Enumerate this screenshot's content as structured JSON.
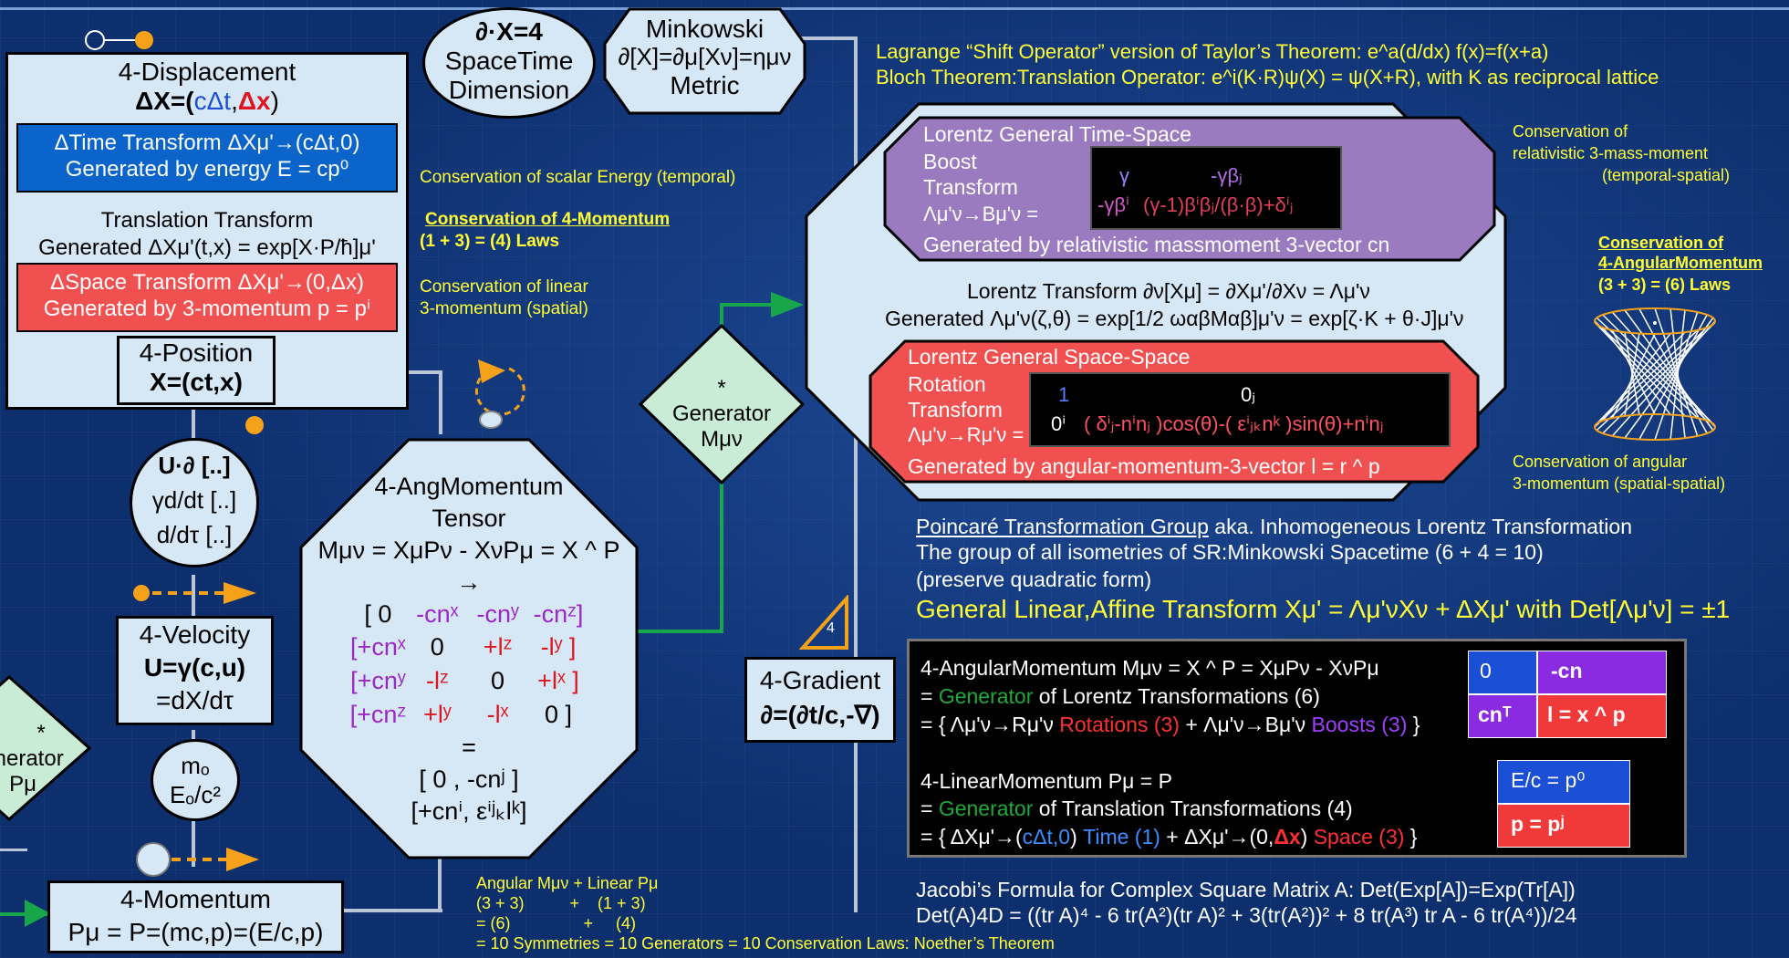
{
  "displacement": {
    "title": "4-Displacement",
    "formula_prefix": "ΔX=(",
    "formula_a": "cΔt",
    "formula_sep": ",",
    "formula_b": "Δx",
    "formula_suffix": ")",
    "time_line1": "ΔTime Transform ΔXμ'→(cΔt,0)",
    "time_line2": "Generated by energy E = cp⁰",
    "trans_line1": "Translation Transform",
    "trans_line2": "Generated ΔXμ'(t,x) = exp[X·P/ħ]μ'",
    "space_line1": "ΔSpace Transform ΔXμ'→(0,Δx)",
    "space_line2": "Generated by 3-momentum p = pⁱ"
  },
  "position": {
    "title": "4-Position",
    "formula": "X=(ct,x)"
  },
  "spacetime": {
    "line1": "∂·X=4",
    "line2": "SpaceTime",
    "line3": "Dimension"
  },
  "minkowski": {
    "line1": "Minkowski",
    "line2": "∂[X]=∂μ[Xν]=ημν",
    "line3": "Metric"
  },
  "derivatives": {
    "line1": "U·∂ [..]",
    "line2": "γd/dt [..]",
    "line3": "d/dτ [..]"
  },
  "velocity": {
    "title": "4-Velocity",
    "line1": "U=γ(c,u)",
    "line2": "=dX/dτ"
  },
  "mass": {
    "line1": "mₒ",
    "line2": "Eₒ/c²"
  },
  "momentum": {
    "title": "4-Momentum",
    "formula": "Pμ = P=(mc,p)=(E/c,p)"
  },
  "left_generator": {
    "star": "*",
    "line1": "enerator",
    "line2": "Pμ"
  },
  "angmom": {
    "line1": "4-AngMomentum",
    "line2": "Tensor",
    "line3": "Mμν = XμPν - XνPμ = X ^ P",
    "arrow": "→",
    "rows": [
      [
        "[ 0",
        "-cnˣ",
        "-cnʸ",
        "-cnᶻ]"
      ],
      [
        "[+cnˣ",
        "0",
        "+lᶻ",
        "-lʸ ]"
      ],
      [
        "[+cnʸ",
        "-lᶻ",
        "0",
        "+lˣ ]"
      ],
      [
        "[+cnᶻ",
        "+lʸ",
        "-lˣ",
        "0 ]"
      ]
    ],
    "equals": "=",
    "block1": "[ 0 , -cnʲ ]",
    "block2": "[+cnⁱ, εⁱʲₖlᵏ]"
  },
  "generator": {
    "star": "*",
    "line1": "Generator",
    "line2": "Mμν"
  },
  "gradient": {
    "title": "4-Gradient",
    "formula": "∂=(∂t/c,-∇)",
    "badge": "4"
  },
  "conservation": {
    "energy": "Conservation of scalar Energy (temporal)",
    "momentum_title": "Conservation of 4-Momentum",
    "momentum_laws": "(1 + 3) = (4) Laws",
    "linear1": "Conservation of linear",
    "linear2": "3-momentum (spatial)",
    "mass_moment1": "Conservation of",
    "mass_moment2": "relativistic 3-mass-moment",
    "mass_moment3": "(temporal-spatial)",
    "ang_title1": "Conservation of",
    "ang_title2": "4-AngularMomentum",
    "ang_laws": "(3 + 3) = (6) Laws",
    "angular1": "Conservation of angular",
    "angular2": "3-momentum (spatial-spatial)"
  },
  "taylor": {
    "line1": "Lagrange “Shift Operator” version of Taylor’s Theorem: e^a(d/dx) f(x)=f(x+a)",
    "line2": "Bloch Theorem:Translation Operator: e^i(K·R)ψ(X) = ψ(X+R), with K as reciprocal lattice"
  },
  "boost": {
    "title": "Lorentz General Time-Space",
    "l1": "Boost",
    "l2": "Transform",
    "l3": "Λμ'ν→Bμ'ν =",
    "m11": "γ",
    "m12": "-γβⱼ",
    "m21": "-γβⁱ",
    "m22": "(γ-1)βⁱβⱼ/(β·β)+δⁱⱼ",
    "footer": "Generated by relativistic massmoment 3-vector cn"
  },
  "lorentz": {
    "line1": "Lorentz Transform ∂ν[Xμ] = ∂Xμ'/∂Xν = Λμ'ν",
    "line2": "Generated Λμ'ν(ζ,θ) = exp[1/2 ωαβMαβ]μ'ν = exp[ζ·K + θ·J]μ'ν"
  },
  "rotation": {
    "title": "Lorentz General Space-Space",
    "l1": "Rotation",
    "l2": "Transform",
    "l3": "Λμ'ν→Rμ'ν =",
    "m11": "1",
    "m12": "0ⱼ",
    "m21": "0ⁱ",
    "m22": "( δⁱⱼ-nⁱnⱼ )cos(θ)-( εⁱⱼₖnᵏ )sin(θ)+nⁱnⱼ",
    "footer": "Generated by angular-momentum-3-vector l = r ^ p"
  },
  "poincare": {
    "line1_u": "Poincaré Transformation Group",
    "line1_rest": " aka. Inhomogeneous Lorentz Transformation",
    "line2": "The group of all isometries of SR:Minkowski Spacetime (6 + 4 = 10)",
    "line3": "(preserve quadratic form)",
    "line4": "General Linear,Affine Transform Xμ' = Λμ'νXν + ΔXμ' with Det[Λμ'ν] = ±1"
  },
  "gen_box": {
    "a1": "4-AngularMomentum Mμν = X ^ P = XμPν - XνPμ",
    "a2_pre": "= ",
    "a2_green": "Generator",
    "a2_post": " of Lorentz Transformations (6)",
    "a3_pre": "= { Λμ'ν→Rμ'ν ",
    "a3_red": "Rotations (3)",
    "a3_mid": " + Λμ'ν→Bμ'ν ",
    "a3_purple": "Boosts (3)",
    "a3_post": " }",
    "b1": "4-LinearMomentum Pμ = P",
    "b2_pre": "= ",
    "b2_green": "Generator",
    "b2_post": " of Translation Transformations (4)",
    "b3_pre": "= { ΔXμ'→(",
    "b3_blue": "cΔt,0",
    "b3_mid1": ") ",
    "b3_blue2": "Time (1)",
    "b3_mid2": " + ΔXμ'→(0,",
    "b3_red": "Δx",
    "b3_mid3": ") ",
    "b3_red2": "Space (3)",
    "b3_post": " }",
    "m_tl": "0",
    "m_tr": "-cn",
    "m_bl": "cnᵀ",
    "m_br": "l = x ^ p",
    "p_top": "E/c = p⁰",
    "p_bot": "p = pʲ"
  },
  "symmetries": {
    "l1": "Angular Mμν + Linear Pμ",
    "l2": "(3 + 3)          +    (1 + 3)",
    "l3": "= (6)                +     (4)",
    "l4": "= 10 Symmetries = 10 Generators = 10 Conservation Laws: Noether’s Theorem"
  },
  "jacobi": {
    "l1": "Jacobi’s Formula for Complex Square Matrix A: Det(Exp[A])=Exp(Tr[A])",
    "l2": "Det(A)4D = ((tr A)⁴ - 6 tr(A²)(tr A)² + 3(tr(A²))² + 8 tr(A³) tr A - 6 tr(A⁴))/24"
  },
  "colors": {
    "accent_yellow": "#ffff33",
    "box_fill": "#d6e8f5",
    "green_arrow": "#17a64a",
    "orange": "#f5a21a"
  }
}
